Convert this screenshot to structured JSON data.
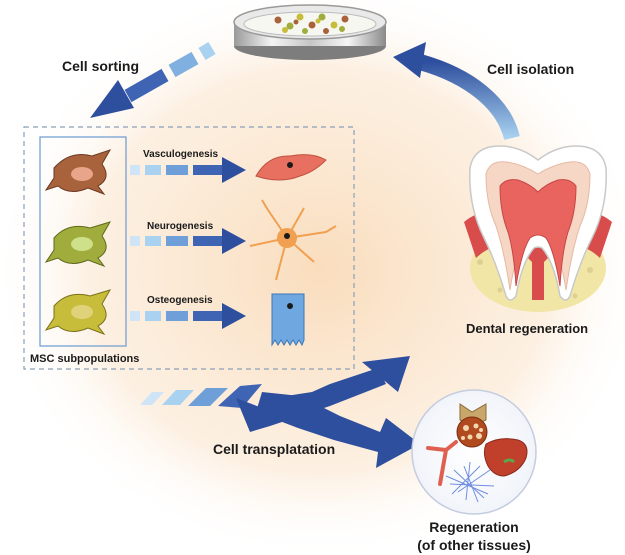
{
  "labels": {
    "cell_sorting": "Cell sorting",
    "cell_isolation": "Cell isolation",
    "vasculogenesis": "Vasculogenesis",
    "neurogenesis": "Neurogenesis",
    "osteogenesis": "Osteogenesis",
    "msc_subpopulations": "MSC subpopulations",
    "dental_regeneration": "Dental regeneration",
    "cell_transplantation": "Cell transplatation",
    "regeneration_line1": "Regeneration",
    "regeneration_line2": "(of other tissues)"
  },
  "colors": {
    "arrow_dark": "#2e4f9e",
    "arrow_light": "#a9d2f0",
    "background_glow": "#f9d9b5",
    "cell_brown": "#a8623c",
    "cell_olive": "#a0ac3c",
    "cell_yellow": "#c8bd3a",
    "vascular_cell": "#e87060",
    "neuron": "#f0a050",
    "bone_cell": "#6fa8e0",
    "gum": "#d84c4c",
    "bone_base": "#f1e6a6"
  }
}
